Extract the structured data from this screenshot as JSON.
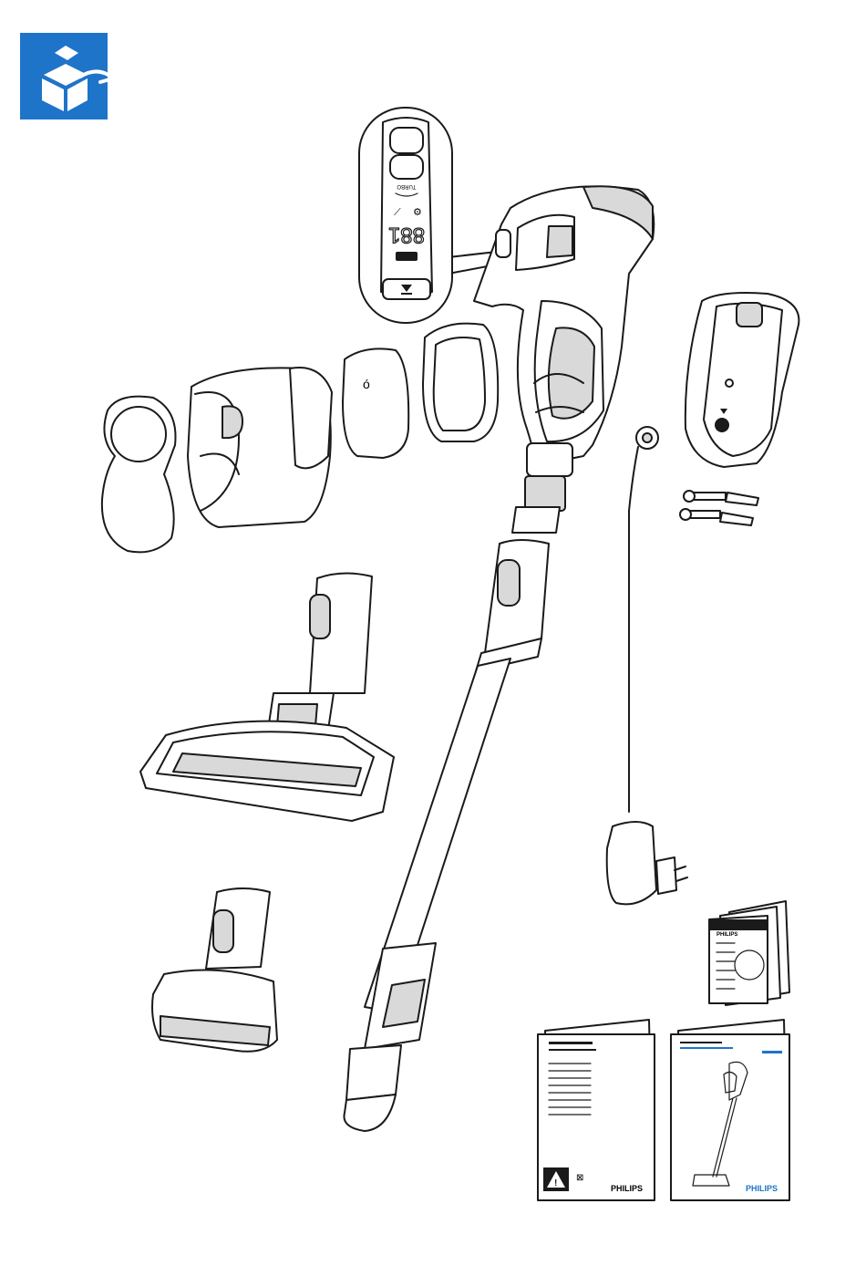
{
  "colors": {
    "accent_blue": "#1e74c9",
    "line": "#1a1a1a",
    "shade": "#d9d9d9"
  },
  "box_icon": "unboxing-icon",
  "display": {
    "digits": "881",
    "turbo_label": "TURBO"
  },
  "leaflets": {
    "small_brand": "PHILIPS",
    "manual_brand": "PHILIPS",
    "quick_start_brand": "PHILIPS"
  }
}
